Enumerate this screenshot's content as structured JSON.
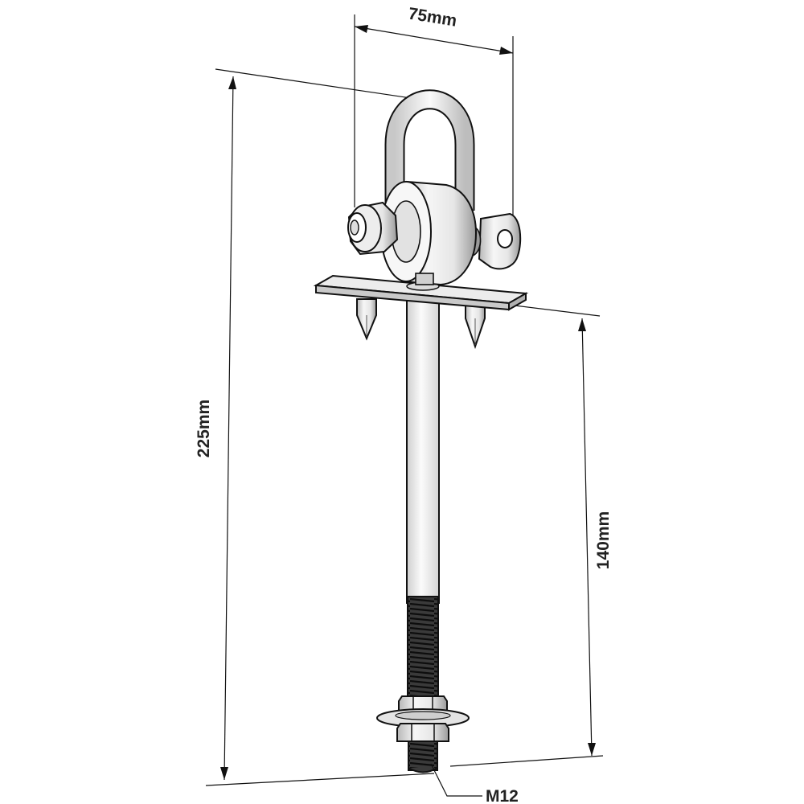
{
  "dimensions": {
    "width": "75mm",
    "height": "225mm",
    "embed": "140mm",
    "thread": "M12"
  },
  "colors": {
    "line": "#111111",
    "metal_light": "#f4f4f4",
    "metal_mid": "#dcdcdc",
    "metal_dark": "#8c8c8c",
    "plate": "#d9d9d9",
    "thread": "#2a2a2a"
  }
}
